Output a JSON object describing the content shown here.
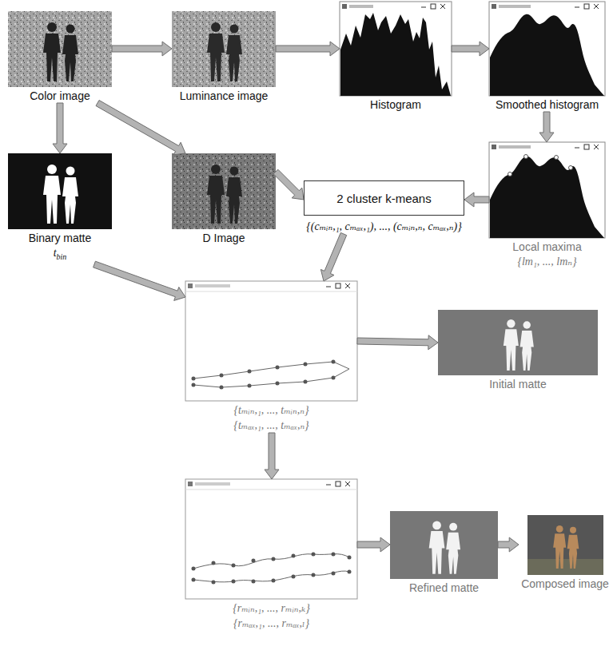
{
  "diagram": {
    "nodes": [
      {
        "text": [
          "Color image"
        ]
      },
      {
        "text": [
          "Luminance image"
        ]
      },
      {
        "text": [
          "Histogram"
        ]
      },
      {
        "text": [
          "Smoothed histogram"
        ]
      },
      {
        "text": [
          "Binary matte",
          "t",
          "bin"
        ]
      },
      {
        "text": [
          "D Image"
        ]
      },
      {
        "text": [
          "2 cluster k-means",
          "{(cₘᵢₙ,₁, cₘₐₓ,₁), ..., (cₘᵢₙ,ₙ, cₘₐₓ,ₙ)}"
        ]
      },
      {
        "text": [
          "Local maxima",
          "{lm₁, ..., lmₙ}"
        ]
      },
      {
        "text": [
          "{tₘᵢₙ,₁, ..., tₘᵢₙ,ₙ}",
          "{tₘₐₓ,₁, ..., tₘₐₓ,ₙ}"
        ]
      },
      {
        "text": [
          "Initial matte"
        ]
      },
      {
        "text": [
          "{rₘᵢₙ,₁, ..., rₘᵢₙ,ₖ}",
          "{rₘₐₓ,₁, ..., rₘₐₓ,ₗ}"
        ]
      },
      {
        "text": [
          "Refined matte"
        ]
      },
      {
        "text": [
          "Composed image"
        ]
      }
    ],
    "edges": [
      {
        "from": 0,
        "to": 1,
        "arrow": "to"
      },
      {
        "from": 1,
        "to": 2,
        "arrow": "to"
      },
      {
        "from": 2,
        "to": 3,
        "arrow": "to"
      },
      {
        "from": 3,
        "to": 7,
        "arrow": "to"
      },
      {
        "from": 0,
        "to": 4,
        "arrow": "to"
      },
      {
        "from": 0,
        "to": 5,
        "arrow": "to"
      },
      {
        "from": 5,
        "to": 6,
        "arrow": "to"
      },
      {
        "from": 7,
        "to": 6,
        "arrow": "to"
      },
      {
        "from": 4,
        "to": 8,
        "arrow": "to"
      },
      {
        "from": 6,
        "to": 8,
        "arrow": "to"
      },
      {
        "from": 8,
        "to": 9,
        "arrow": "to"
      },
      {
        "from": 8,
        "to": 10,
        "arrow": "to"
      },
      {
        "from": 10,
        "to": 11,
        "arrow": "to"
      },
      {
        "from": 11,
        "to": 12,
        "arrow": "to"
      }
    ]
  }
}
